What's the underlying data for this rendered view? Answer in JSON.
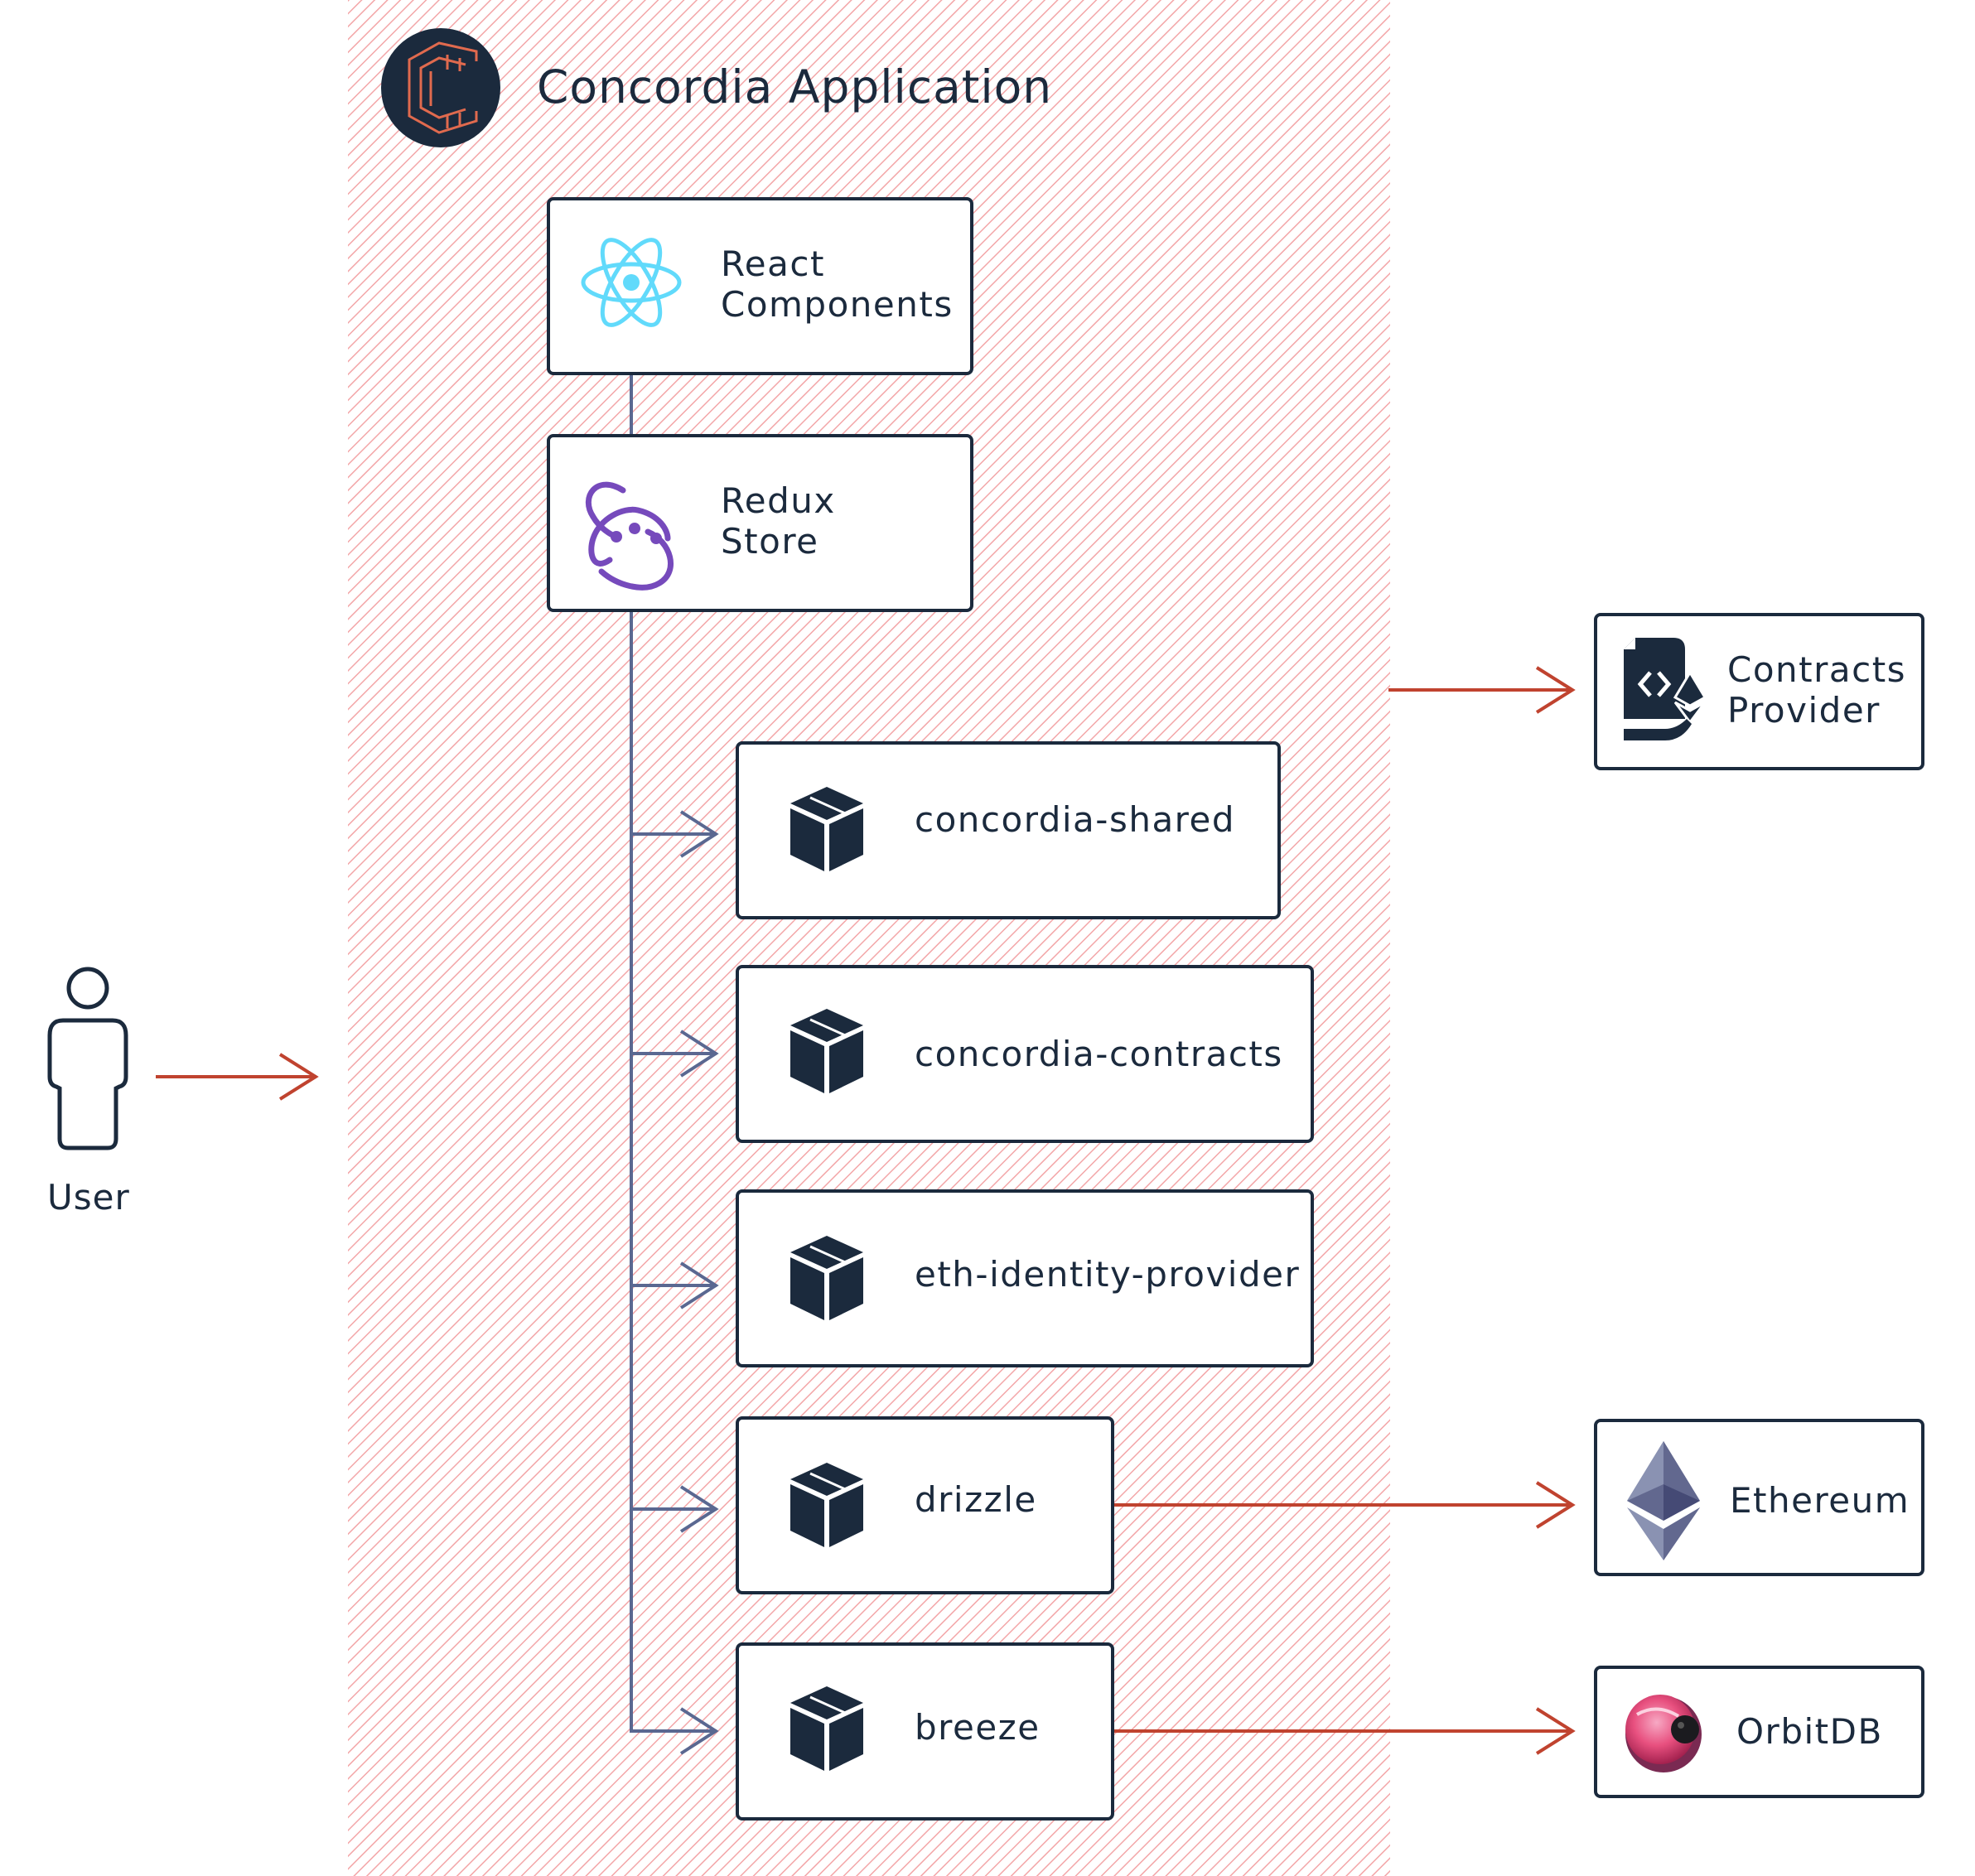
{
  "app": {
    "title": "Concordia Application",
    "logo_icon": "concordia-logo-icon",
    "region_hatch_color": "#f3a6a8"
  },
  "actor": {
    "label": "User",
    "icon": "person-icon"
  },
  "core": [
    {
      "id": "react",
      "line1": "React",
      "line2": "Components",
      "icon": "react-icon"
    },
    {
      "id": "redux",
      "line1": "Redux",
      "line2": "Store",
      "icon": "redux-icon"
    }
  ],
  "modules": [
    {
      "id": "concordia-shared",
      "label": "concordia-shared",
      "icon": "package-box-icon"
    },
    {
      "id": "concordia-contracts",
      "label": "concordia-contracts",
      "icon": "package-box-icon"
    },
    {
      "id": "eth-identity-provider",
      "label": "eth-identity-provider",
      "icon": "package-box-icon"
    },
    {
      "id": "drizzle",
      "label": "drizzle",
      "icon": "package-box-icon"
    },
    {
      "id": "breeze",
      "label": "breeze",
      "icon": "package-box-icon"
    }
  ],
  "external": [
    {
      "id": "contracts-provider",
      "line1": "Contracts",
      "line2": "Provider",
      "icon": "smart-contract-icon"
    },
    {
      "id": "ethereum",
      "label": "Ethereum",
      "icon": "ethereum-icon"
    },
    {
      "id": "orbitdb",
      "label": "OrbitDB",
      "icon": "orbitdb-icon"
    }
  ],
  "colors": {
    "dark": "#1b2a3d",
    "internal_connector": "#5a6891",
    "external_arrow": "#c0432f",
    "react": "#61dafb",
    "redux": "#764abc"
  }
}
